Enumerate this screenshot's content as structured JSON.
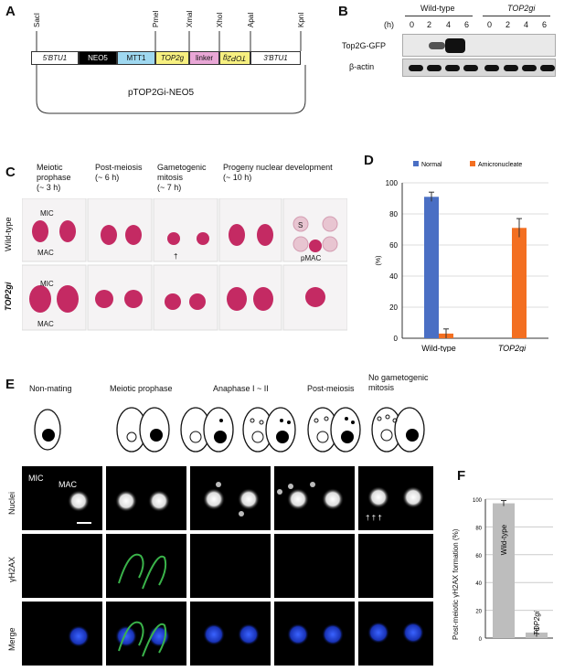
{
  "panels": {
    "a": "A",
    "b": "B",
    "c": "C",
    "d": "D",
    "e": "E",
    "f": "F"
  },
  "panelA": {
    "sites": [
      "SacI",
      "PmeI",
      "XmaI",
      "XhoI",
      "ApaI",
      "KpnI"
    ],
    "segments": [
      "5'BTU1",
      "NEO5",
      "MTT1",
      "TOP2g",
      "linker",
      "TOP2g",
      "3'BTU1"
    ],
    "plasmid": "pTOP2Gi-NEO5",
    "colors": {
      "neo5": "#000000",
      "mtt1": "#9fd8f0",
      "top2g": "#f7f080",
      "linker": "#e9a7d6"
    }
  },
  "panelB": {
    "h_label": "(h)",
    "wildtype": "Wild-type",
    "top2gi": "TOP2gi",
    "times": [
      "0",
      "2",
      "4",
      "6",
      "0",
      "2",
      "4",
      "6"
    ],
    "rows": [
      "Top2G-GFP",
      "β-actin"
    ]
  },
  "panelC": {
    "stages": [
      [
        "Meiotic",
        "prophase",
        "(~ 3 h)"
      ],
      [
        "Post-meiosis",
        "(~ 6 h)"
      ],
      [
        "Gametogenic",
        "mitosis",
        "(~ 7 h)"
      ],
      [
        "Progeny nuclear development",
        "(~ 10 h)"
      ]
    ],
    "rows": [
      "Wild-type",
      "TOP2gi"
    ],
    "labels": {
      "mic": "MIC",
      "mac": "MAC",
      "pmac": "pMAC",
      "s": "S",
      "dag": "†"
    }
  },
  "panelD": {
    "chart_data": {
      "type": "bar",
      "categories": [
        "Wild-type",
        "TOP2gi"
      ],
      "series": [
        {
          "name": "Normal",
          "values": [
            91,
            0
          ],
          "errors": [
            3,
            0
          ],
          "color": "#4a6fc4"
        },
        {
          "name": "Amicronucleate",
          "values": [
            3,
            71
          ],
          "errors": [
            3,
            6
          ],
          "color": "#f36f21"
        }
      ],
      "ylabel": "(%)",
      "ylim": [
        0,
        100
      ],
      "yticks": [
        "0",
        "20",
        "40",
        "60",
        "80",
        "100"
      ]
    }
  },
  "panelE": {
    "stages": [
      [
        "Non-mating"
      ],
      [
        "Meiotic prophase"
      ],
      [
        "Anaphase I ~ II"
      ],
      [
        "Post-meiosis"
      ],
      [
        "No gametogenic",
        "mitosis"
      ]
    ],
    "rows": [
      "Nuclei",
      "γH2AX",
      "Merge"
    ],
    "labels": {
      "mic": "MIC",
      "mac": "MAC",
      "dag": "† † †"
    }
  },
  "panelF": {
    "chart_data": {
      "type": "bar",
      "categories": [
        "Wild-type",
        "TOP2gi"
      ],
      "values": [
        97,
        4
      ],
      "errors": [
        2,
        3
      ],
      "ylabel": "Post-meiotic γH2AX formation (%)",
      "ylim": [
        0,
        100
      ],
      "yticks": [
        "0",
        "20",
        "40",
        "60",
        "80",
        "100"
      ],
      "color": "#bdbdbd"
    }
  }
}
